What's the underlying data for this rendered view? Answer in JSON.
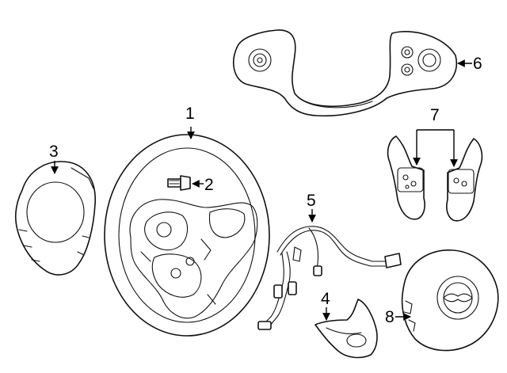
{
  "diagram": {
    "callouts": [
      {
        "id": "1",
        "label": "1"
      },
      {
        "id": "2",
        "label": "2"
      },
      {
        "id": "3",
        "label": "3"
      },
      {
        "id": "4",
        "label": "4"
      },
      {
        "id": "5",
        "label": "5"
      },
      {
        "id": "6",
        "label": "6"
      },
      {
        "id": "7",
        "label": "7"
      },
      {
        "id": "8",
        "label": "8"
      }
    ],
    "colors": {
      "line": "#111111",
      "background": "#ffffff"
    }
  }
}
